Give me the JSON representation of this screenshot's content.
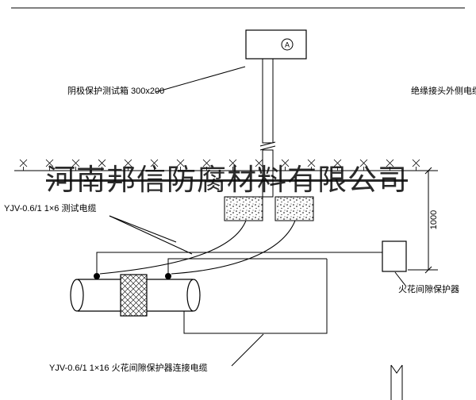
{
  "watermark": {
    "text": "河南邦信防腐材料有限公司"
  },
  "diagram": {
    "test_box_label": "阴极保护测试箱 300x200",
    "outer_cable_label": "绝缘接头外侧电缆",
    "test_cable_label": "YJV-0.6/1 1×6  测试电缆",
    "spark_gap_label": "火花间隙保护器",
    "connection_cable_label": "YJV-0.6/1 1×16  火花间隙保护器连接电缆",
    "dimension": "1000",
    "meter_letter": "A"
  },
  "colors": {
    "line": "#000000",
    "background": "#ffffff",
    "watermark": "#1a1a1a"
  }
}
